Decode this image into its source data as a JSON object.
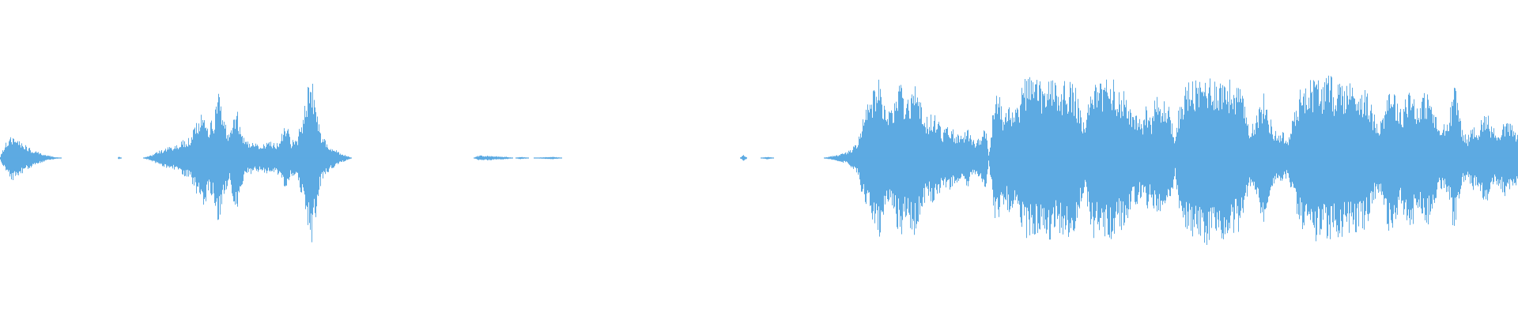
{
  "waveform": {
    "color": "#5DAAE2",
    "background": "#ffffff",
    "envelope": [
      [
        0,
        0.02
      ],
      [
        4,
        0.12
      ],
      [
        8,
        0.2
      ],
      [
        12,
        0.24
      ],
      [
        16,
        0.26
      ],
      [
        20,
        0.25
      ],
      [
        24,
        0.22
      ],
      [
        28,
        0.18
      ],
      [
        32,
        0.15
      ],
      [
        40,
        0.1
      ],
      [
        50,
        0.06
      ],
      [
        60,
        0.03
      ],
      [
        70,
        0.01
      ],
      [
        80,
        0.0
      ],
      [
        148,
        0.0
      ],
      [
        150,
        0.015
      ],
      [
        154,
        0.0
      ],
      [
        180,
        0.0
      ],
      [
        190,
        0.03
      ],
      [
        200,
        0.08
      ],
      [
        210,
        0.12
      ],
      [
        220,
        0.14
      ],
      [
        230,
        0.2
      ],
      [
        240,
        0.25
      ],
      [
        250,
        0.45
      ],
      [
        258,
        0.55
      ],
      [
        265,
        0.4
      ],
      [
        270,
        0.5
      ],
      [
        276,
        0.8
      ],
      [
        282,
        0.45
      ],
      [
        290,
        0.3
      ],
      [
        298,
        0.65
      ],
      [
        305,
        0.35
      ],
      [
        312,
        0.2
      ],
      [
        320,
        0.18
      ],
      [
        330,
        0.15
      ],
      [
        340,
        0.2
      ],
      [
        350,
        0.18
      ],
      [
        356,
        0.3
      ],
      [
        362,
        0.4
      ],
      [
        368,
        0.2
      ],
      [
        376,
        0.25
      ],
      [
        384,
        0.6
      ],
      [
        390,
        0.9
      ],
      [
        394,
        1.0
      ],
      [
        398,
        0.75
      ],
      [
        404,
        0.35
      ],
      [
        412,
        0.2
      ],
      [
        420,
        0.12
      ],
      [
        430,
        0.06
      ],
      [
        440,
        0.02
      ],
      [
        445,
        0.0
      ],
      [
        598,
        0.0
      ],
      [
        605,
        0.03
      ],
      [
        620,
        0.025
      ],
      [
        640,
        0.015
      ],
      [
        650,
        0.0
      ],
      [
        658,
        0.015
      ],
      [
        670,
        0.0
      ],
      [
        690,
        0.01
      ],
      [
        700,
        0.015
      ],
      [
        712,
        0.0
      ],
      [
        935,
        0.0
      ],
      [
        940,
        0.04
      ],
      [
        945,
        0.0
      ],
      [
        960,
        0.0
      ],
      [
        970,
        0.015
      ],
      [
        980,
        0.0
      ],
      [
        1040,
        0.0
      ],
      [
        1050,
        0.02
      ],
      [
        1060,
        0.04
      ],
      [
        1070,
        0.07
      ],
      [
        1078,
        0.12
      ],
      [
        1085,
        0.22
      ],
      [
        1090,
        0.45
      ],
      [
        1096,
        0.6
      ],
      [
        1102,
        0.75
      ],
      [
        1108,
        0.85
      ],
      [
        1112,
        0.92
      ],
      [
        1116,
        0.78
      ],
      [
        1122,
        0.5
      ],
      [
        1128,
        0.65
      ],
      [
        1134,
        0.82
      ],
      [
        1140,
        0.9
      ],
      [
        1146,
        0.7
      ],
      [
        1150,
        0.8
      ],
      [
        1156,
        0.93
      ],
      [
        1162,
        0.7
      ],
      [
        1168,
        0.55
      ],
      [
        1174,
        0.45
      ],
      [
        1180,
        0.55
      ],
      [
        1186,
        0.45
      ],
      [
        1192,
        0.32
      ],
      [
        1200,
        0.38
      ],
      [
        1208,
        0.3
      ],
      [
        1216,
        0.28
      ],
      [
        1224,
        0.33
      ],
      [
        1232,
        0.2
      ],
      [
        1240,
        0.25
      ],
      [
        1246,
        0.4
      ],
      [
        1250,
        0.05
      ],
      [
        1252,
        0.2
      ],
      [
        1256,
        0.6
      ],
      [
        1260,
        0.8
      ],
      [
        1264,
        0.72
      ],
      [
        1270,
        0.5
      ],
      [
        1276,
        0.65
      ],
      [
        1282,
        0.55
      ],
      [
        1288,
        0.6
      ],
      [
        1294,
        0.92
      ],
      [
        1300,
        1.0
      ],
      [
        1306,
        0.9
      ],
      [
        1312,
        0.95
      ],
      [
        1318,
        0.85
      ],
      [
        1324,
        0.9
      ],
      [
        1330,
        0.98
      ],
      [
        1336,
        0.85
      ],
      [
        1342,
        0.9
      ],
      [
        1348,
        0.88
      ],
      [
        1354,
        0.95
      ],
      [
        1360,
        0.82
      ],
      [
        1366,
        0.55
      ],
      [
        1372,
        0.4
      ],
      [
        1378,
        0.8
      ],
      [
        1384,
        0.95
      ],
      [
        1390,
        0.85
      ],
      [
        1396,
        0.9
      ],
      [
        1402,
        0.98
      ],
      [
        1408,
        0.92
      ],
      [
        1414,
        0.8
      ],
      [
        1420,
        0.85
      ],
      [
        1426,
        0.7
      ],
      [
        1432,
        0.5
      ],
      [
        1438,
        0.55
      ],
      [
        1444,
        0.45
      ],
      [
        1450,
        0.65
      ],
      [
        1456,
        0.5
      ],
      [
        1462,
        0.75
      ],
      [
        1468,
        0.6
      ],
      [
        1474,
        0.72
      ],
      [
        1480,
        0.55
      ],
      [
        1486,
        0.2
      ],
      [
        1490,
        0.55
      ],
      [
        1496,
        0.8
      ],
      [
        1502,
        0.9
      ],
      [
        1508,
        0.92
      ],
      [
        1514,
        0.88
      ],
      [
        1520,
        0.95
      ],
      [
        1526,
        1.0
      ],
      [
        1532,
        0.95
      ],
      [
        1538,
        0.98
      ],
      [
        1544,
        0.92
      ],
      [
        1550,
        0.97
      ],
      [
        1556,
        0.9
      ],
      [
        1562,
        0.85
      ],
      [
        1568,
        0.88
      ],
      [
        1574,
        0.6
      ],
      [
        1580,
        0.4
      ],
      [
        1586,
        0.45
      ],
      [
        1592,
        0.6
      ],
      [
        1598,
        0.75
      ],
      [
        1604,
        0.55
      ],
      [
        1610,
        0.35
      ],
      [
        1616,
        0.3
      ],
      [
        1622,
        0.32
      ],
      [
        1628,
        0.2
      ],
      [
        1632,
        0.35
      ],
      [
        1640,
        0.7
      ],
      [
        1646,
        0.85
      ],
      [
        1652,
        0.95
      ],
      [
        1658,
        0.92
      ],
      [
        1664,
        0.98
      ],
      [
        1670,
        0.9
      ],
      [
        1676,
        0.95
      ],
      [
        1682,
        0.98
      ],
      [
        1688,
        0.85
      ],
      [
        1694,
        0.95
      ],
      [
        1700,
        0.9
      ],
      [
        1706,
        0.88
      ],
      [
        1712,
        0.92
      ],
      [
        1718,
        0.82
      ],
      [
        1724,
        0.85
      ],
      [
        1730,
        0.75
      ],
      [
        1736,
        0.55
      ],
      [
        1742,
        0.45
      ],
      [
        1748,
        0.5
      ],
      [
        1754,
        0.8
      ],
      [
        1760,
        0.92
      ],
      [
        1766,
        0.7
      ],
      [
        1772,
        0.55
      ],
      [
        1778,
        0.82
      ],
      [
        1784,
        0.85
      ],
      [
        1790,
        0.7
      ],
      [
        1796,
        0.62
      ],
      [
        1802,
        0.8
      ],
      [
        1808,
        0.75
      ],
      [
        1814,
        0.55
      ],
      [
        1820,
        0.35
      ],
      [
        1826,
        0.4
      ],
      [
        1832,
        0.45
      ],
      [
        1838,
        0.88
      ],
      [
        1844,
        0.7
      ],
      [
        1850,
        0.3
      ],
      [
        1856,
        0.25
      ],
      [
        1862,
        0.38
      ],
      [
        1868,
        0.35
      ],
      [
        1874,
        0.48
      ],
      [
        1880,
        0.55
      ],
      [
        1886,
        0.4
      ],
      [
        1892,
        0.3
      ],
      [
        1898,
        0.38
      ],
      [
        1904,
        0.45
      ],
      [
        1910,
        0.4
      ],
      [
        1916,
        0.35
      ],
      [
        1920,
        0.3
      ]
    ]
  }
}
